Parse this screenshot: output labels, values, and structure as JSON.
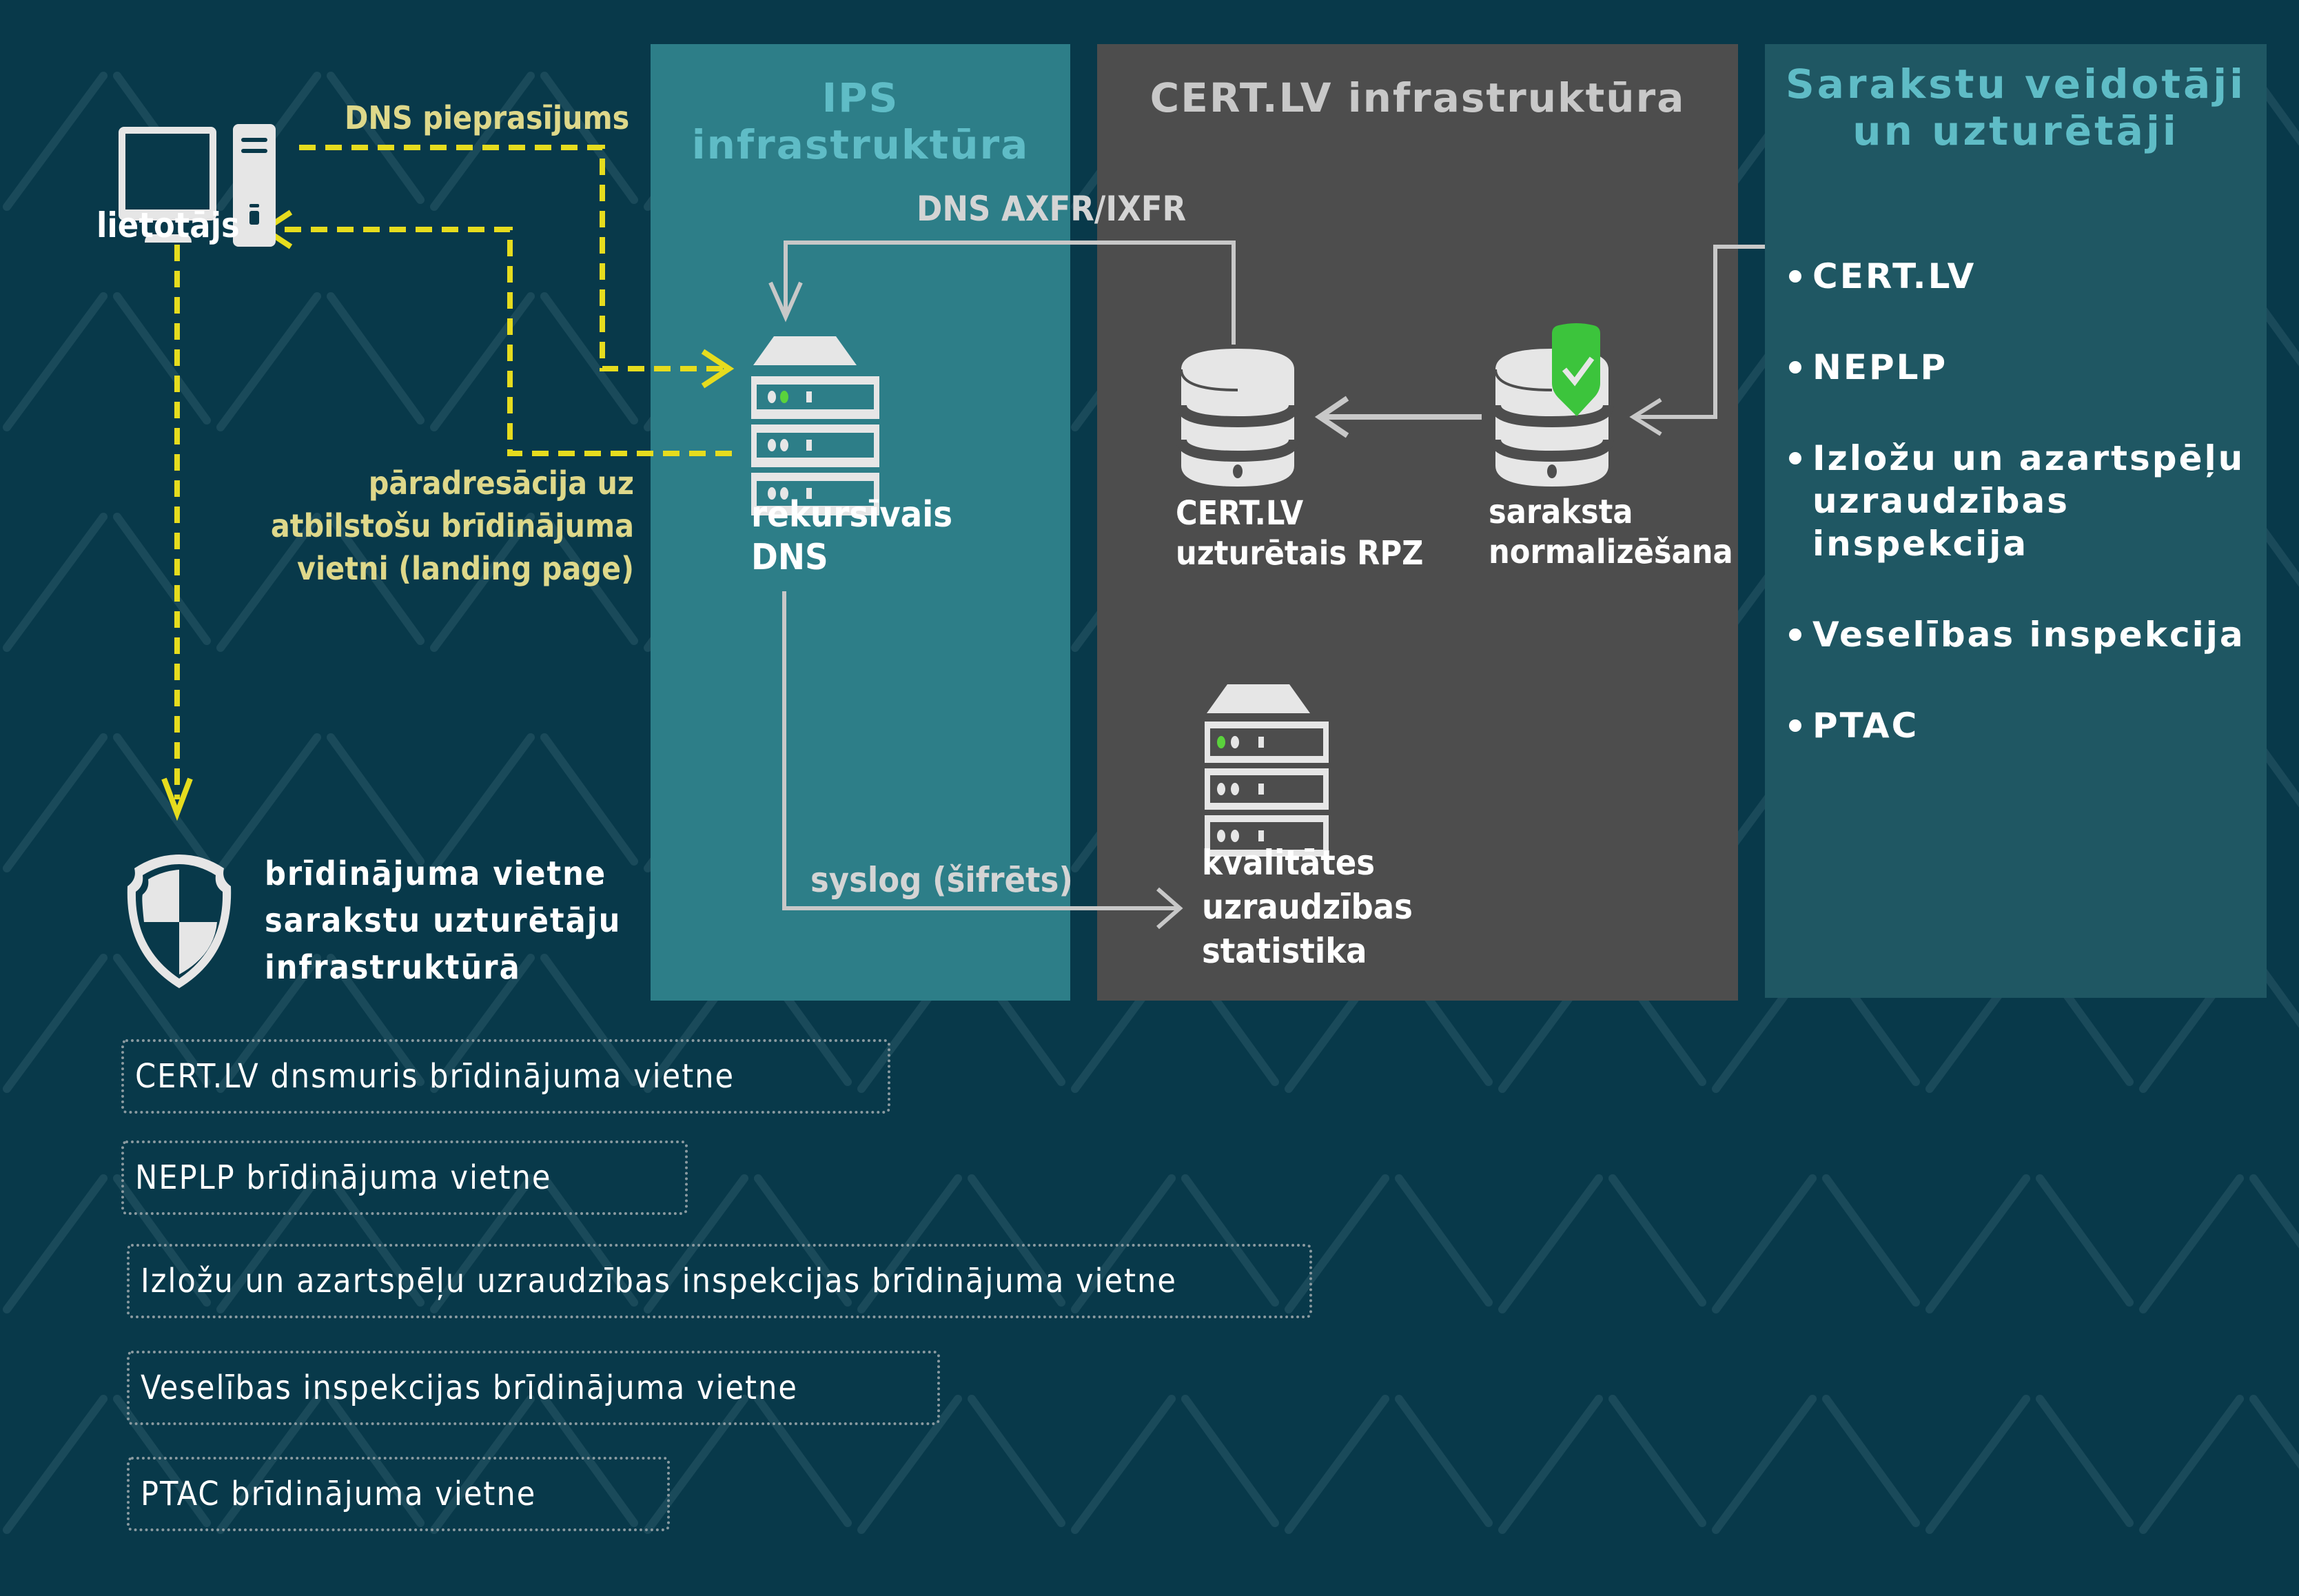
{
  "colors": {
    "background": "#08394a",
    "ips_panel": "#2d7e88",
    "cert_panel": "#4d4d4d",
    "lists_panel": "#1f5763",
    "dns_flow": "#e6dc1e",
    "data_flow": "#c8c8c8",
    "status_green": "#3cc43c"
  },
  "user": {
    "label": "lietotājs",
    "icon": "desktop-computer-icon"
  },
  "flows": {
    "dns_request": "DNS pieprasījums",
    "redirect": [
      "pāradresācija uz",
      "atbilstošu brīdinājuma",
      "vietni (landing page)"
    ],
    "zone_transfer": "DNS AXFR/IXFR",
    "syslog": "syslog (šifrēts)"
  },
  "panels": {
    "ips": {
      "title": "IPS infrastruktūra",
      "node": {
        "label": [
          "rekursīvais",
          "DNS"
        ],
        "icon": "server-rack-icon"
      }
    },
    "cert": {
      "title": "CERT.LV infrastruktūra",
      "rpz": {
        "label": [
          "CERT.LV",
          "uzturētais RPZ"
        ],
        "icon": "database-icon"
      },
      "normalize": {
        "label": [
          "saraksta",
          "normalizēšana"
        ],
        "icon": "database-shield-check-icon"
      },
      "stats": {
        "label": [
          "kvalitātes",
          "uzraudzības",
          "statistika"
        ],
        "icon": "server-rack-icon"
      }
    },
    "lists": {
      "title": [
        "Sarakstu veidotāji",
        "un uzturētāji"
      ],
      "items": [
        "CERT.LV",
        "NEPLP",
        "Izložu un azartspēļu uzraudzības inspekcija",
        "Veselības inspekcija",
        "PTAC"
      ]
    }
  },
  "warning_site": {
    "label": [
      "brīdinājuma vietne",
      "sarakstu uzturētāju",
      "infrastruktūrā"
    ],
    "icon": "shield-icon"
  },
  "landing_pages": [
    "CERT.LV dnsmuris brīdinājuma vietne",
    "NEPLP brīdinājuma vietne",
    "Izložu un azartspēļu uzraudzības inspekcijas brīdinājuma vietne",
    "Veselības inspekcijas brīdinājuma vietne",
    "PTAC brīdinājuma vietne"
  ]
}
